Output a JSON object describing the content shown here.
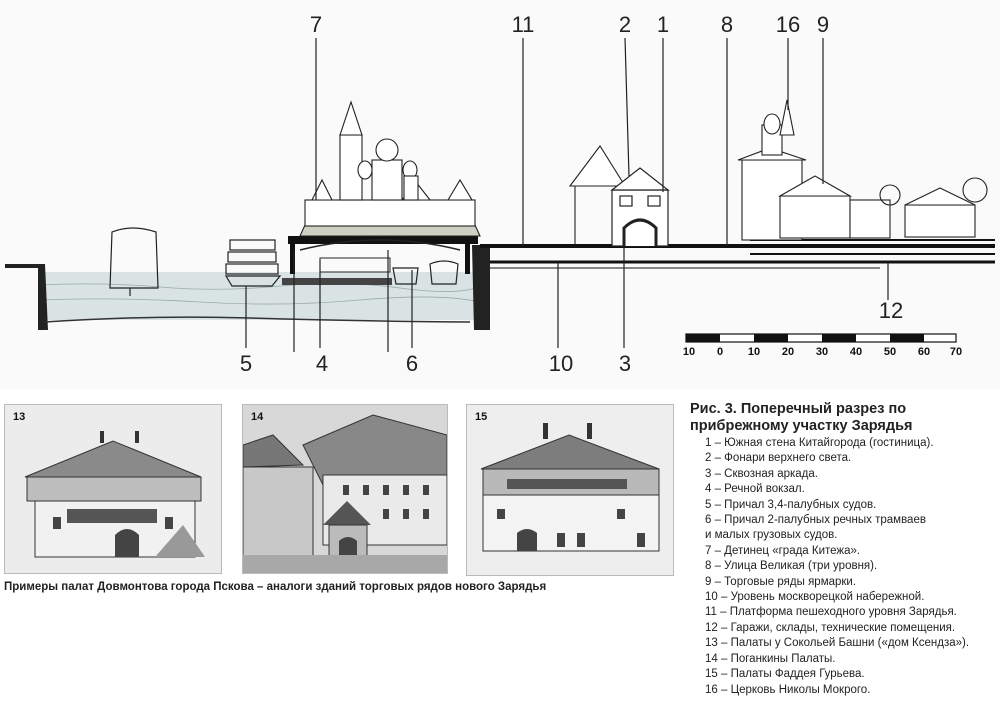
{
  "drawing": {
    "callouts": [
      {
        "id": "7",
        "label": "7"
      },
      {
        "id": "11",
        "label": "11"
      },
      {
        "id": "2",
        "label": "2"
      },
      {
        "id": "1",
        "label": "1"
      },
      {
        "id": "8",
        "label": "8"
      },
      {
        "id": "16",
        "label": "16"
      },
      {
        "id": "9",
        "label": "9"
      },
      {
        "id": "5",
        "label": "5"
      },
      {
        "id": "4",
        "label": "4"
      },
      {
        "id": "6",
        "label": "6"
      },
      {
        "id": "10",
        "label": "10"
      },
      {
        "id": "3",
        "label": "3"
      },
      {
        "id": "12",
        "label": "12"
      }
    ],
    "scale_labels": [
      "10",
      "0",
      "10",
      "20",
      "30",
      "40",
      "50",
      "60",
      "70"
    ]
  },
  "photos": [
    {
      "number": "13"
    },
    {
      "number": "14"
    },
    {
      "number": "15"
    }
  ],
  "photos_caption": "Примеры палат Довмонтова города Пскова – аналоги зданий торговых рядов нового Зарядья",
  "figure_title": "Рис. 3. Поперечный разрез по прибрежному участку Зарядья",
  "legend": [
    "1 – Южная стена Китайгорода (гостиница).",
    "2 – Фонари верхнего света.",
    "3 – Сквозная аркада.",
    "4 – Речной вокзал.",
    "5 – Причал 3,4-палубных судов.",
    "6 – Причал 2-палубных речных трамваев",
    "и малых грузовых судов.",
    "7 – Детинец «града Китежа».",
    "8 – Улица Великая (три уровня).",
    "9 – Торговые ряды ярмарки.",
    "10 – Уровень москворецкой набережной.",
    "11 – Платформа пешеходного уровня Зарядья.",
    "12 – Гаражи, склады, технические помещения.",
    "13 – Палаты у Сокольей Башни («дом Ксендза»).",
    "14 – Поганкины Палаты.",
    "15 – Палаты Фаддея Гурьева.",
    "16 – Церковь Николы Мокрого."
  ]
}
